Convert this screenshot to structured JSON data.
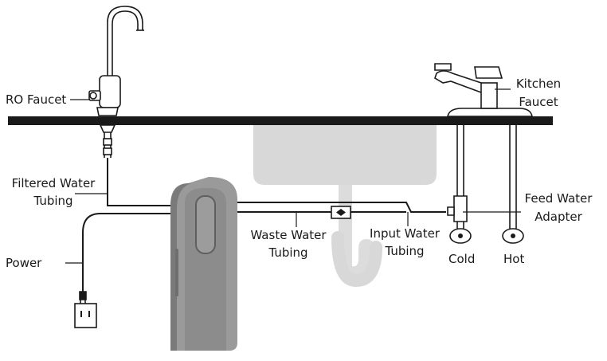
{
  "labels": {
    "ro_faucet": "RO Faucet",
    "kitchen_faucet_1": "Kitchen",
    "kitchen_faucet_2": "Faucet",
    "filtered_tubing_1": "Filtered Water",
    "filtered_tubing_2": "Tubing",
    "feed_adapter_1": "Feed Water",
    "feed_adapter_2": "Adapter",
    "waste_tubing_1": "Waste Water",
    "waste_tubing_2": "Tubing",
    "input_tubing_1": "Input Water",
    "input_tubing_2": "Tubing",
    "power": "Power",
    "cold": "Cold",
    "hot": "Hot"
  },
  "colors": {
    "line": "#1a1a1a",
    "sink": "#d7d7d7",
    "drain": "#dadada",
    "unit": "#9a9a9a",
    "unit_dark": "#6e6e6e"
  }
}
